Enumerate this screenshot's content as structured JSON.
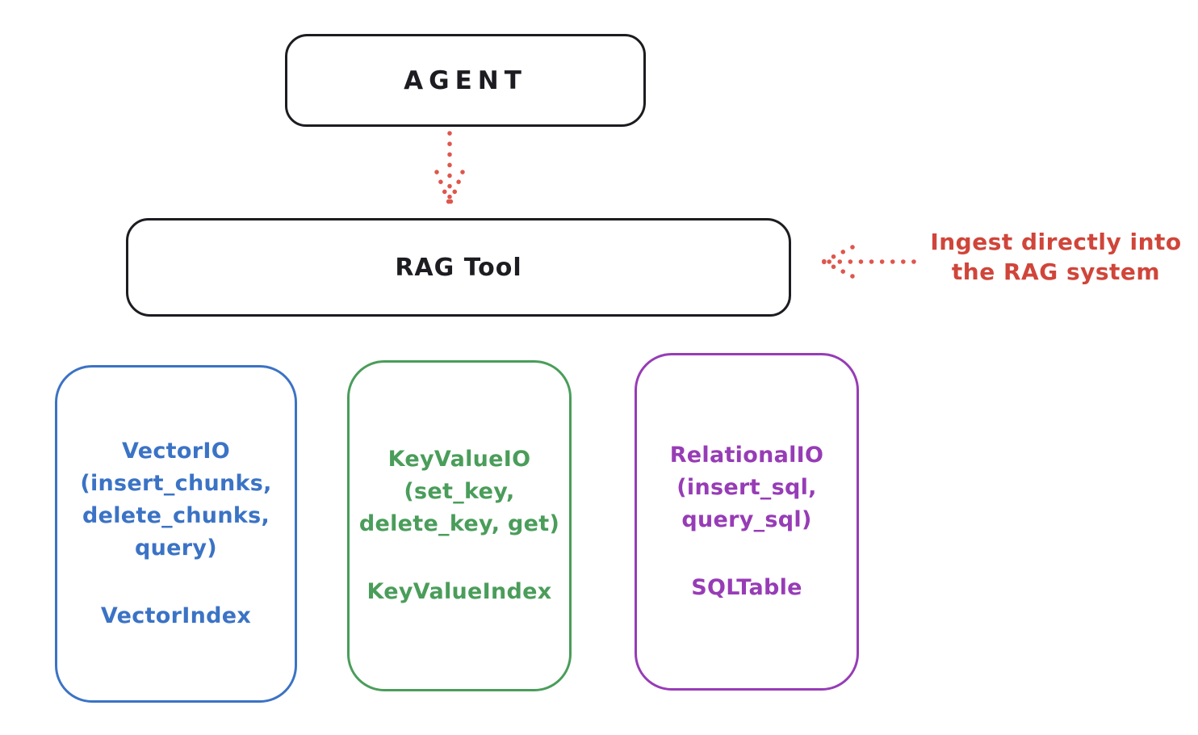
{
  "colors": {
    "stroke_black": "#1c1c21",
    "red_text": "#d0453a",
    "red_arrow": "#df564d",
    "blue": "#3b73c5",
    "green": "#4a9d5a",
    "purple": "#973cb6",
    "background": "#ffffff"
  },
  "agent": {
    "label": "AGENT"
  },
  "rag_tool": {
    "label": "RAG Tool"
  },
  "annotation": {
    "line1": "Ingest directly into",
    "line2": "the RAG system"
  },
  "backends": [
    {
      "title_lines": [
        "VectorIO",
        "(insert_chunks,",
        "delete_chunks,",
        "query)"
      ],
      "index_label": "VectorIndex",
      "color": "#3b73c5"
    },
    {
      "title_lines": [
        "KeyValueIO",
        "(set_key,",
        "delete_key, get)"
      ],
      "index_label": "KeyValueIndex",
      "color": "#4a9d5a"
    },
    {
      "title_lines": [
        "RelationalIO",
        "(insert_sql,",
        "query_sql)"
      ],
      "index_label": "SQLTable",
      "color": "#973cb6"
    }
  ]
}
